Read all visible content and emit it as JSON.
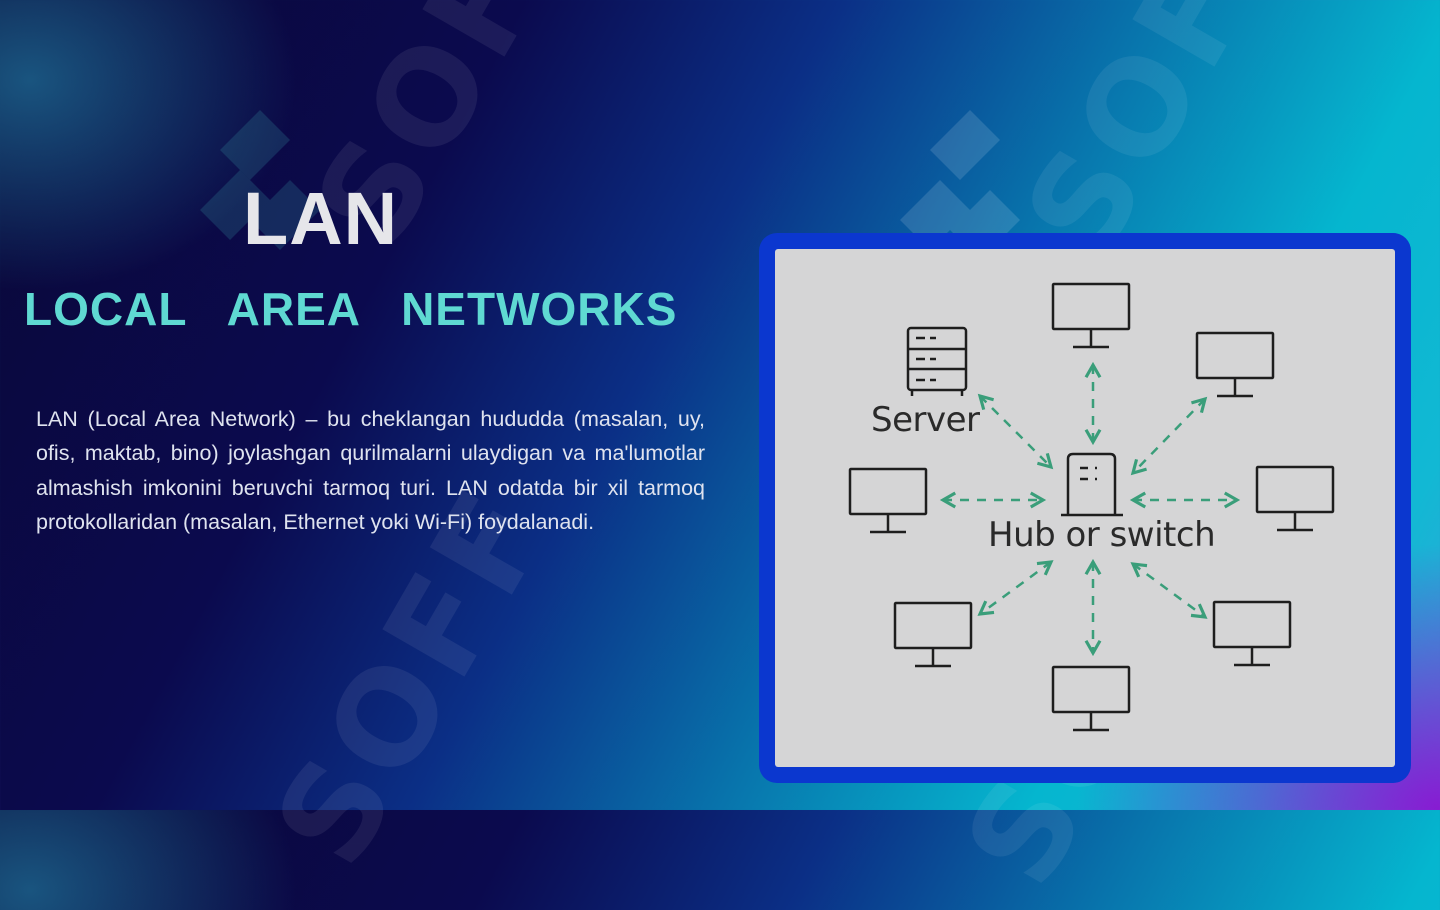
{
  "slide": {
    "title": "LAN",
    "subtitle": "LOCAL AREA NETWORKS",
    "description": "LAN (Local Area Network) – bu cheklangan hududda (masalan, uy, ofis, maktab, bino) joylashgan qurilmalarni ulaydigan va ma'lumotlar almashish imkonini beruvchi tarmoq turi. LAN odatda bir xil tarmoq protokollaridan (masalan, Ethernet yoki Wi-Fi) foydalanadi.",
    "watermark_text": "SOFF"
  },
  "diagram": {
    "center_label": "Hub or switch",
    "server_label": "Server",
    "nodes": [
      {
        "type": "computer",
        "position": "top"
      },
      {
        "type": "computer",
        "position": "top-right"
      },
      {
        "type": "computer",
        "position": "right"
      },
      {
        "type": "computer",
        "position": "bottom-right"
      },
      {
        "type": "computer",
        "position": "bottom"
      },
      {
        "type": "computer",
        "position": "bottom-left"
      },
      {
        "type": "computer",
        "position": "left"
      },
      {
        "type": "server",
        "position": "top-left"
      }
    ],
    "connection_style": "dashed bidirectional arrows",
    "colors": {
      "arrow": "#3a9e7a",
      "icon_stroke": "#1e1e1e",
      "panel_bg": "#d5d5d6",
      "frame": "#0b37cf"
    }
  },
  "colors": {
    "title": "#e6e6ea",
    "subtitle": "#5fd9d2",
    "body_text": "#dfe3ef"
  }
}
